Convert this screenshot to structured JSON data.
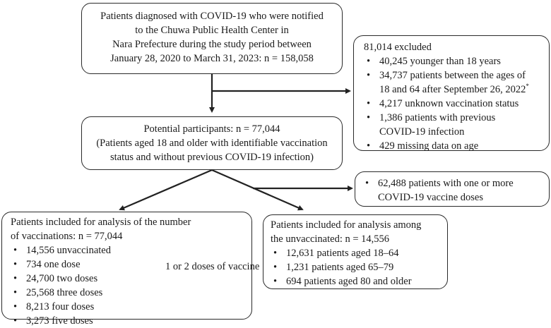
{
  "source_box": {
    "lines": [
      "Patients diagnosed with COVID-19 who were notified",
      "to the Chuwa Public Health Center in",
      "Nara Prefecture during the study period between",
      "January 28, 2020 to March 31, 2023: n = 158,058"
    ]
  },
  "excluded_box": {
    "title": "81,014 excluded",
    "items": [
      "40,245 younger than 18 years",
      "34,737 patients between the ages of",
      "18 and 64 after September 26, 2022",
      "4,217 unknown vaccination status",
      "1,386 patients with previous",
      "COVID-19 infection",
      "429 missing data on age"
    ],
    "footnote_mark": "*"
  },
  "potential_box": {
    "lines": [
      "Potential participants: n = 77,044",
      "(Patients aged 18 and older with identifiable vaccination",
      "status and without previous COVID-19 infection)"
    ]
  },
  "vaccinated_box": {
    "items": [
      "62,488 patients with one or more",
      "COVID-19 vaccine doses"
    ]
  },
  "vaccinations_box": {
    "title_lines": [
      "Patients included for analysis of the number",
      "of  vaccinations: n = 77,044"
    ],
    "items": [
      "14,556 unvaccinated",
      "734 one dose",
      "24,700 two doses",
      "25,568 three doses",
      "8,213 four doses",
      "3,273 five doses"
    ],
    "bracket_label": "1 or 2 doses of vaccine"
  },
  "unvaccinated_box": {
    "title_lines": [
      "Patients included for analysis among",
      "the unvaccinated: n = 14,556"
    ],
    "items": [
      "12,631 patients aged 18–64",
      "1,231 patients aged 65–79",
      "694 patients aged 80 and older"
    ]
  }
}
